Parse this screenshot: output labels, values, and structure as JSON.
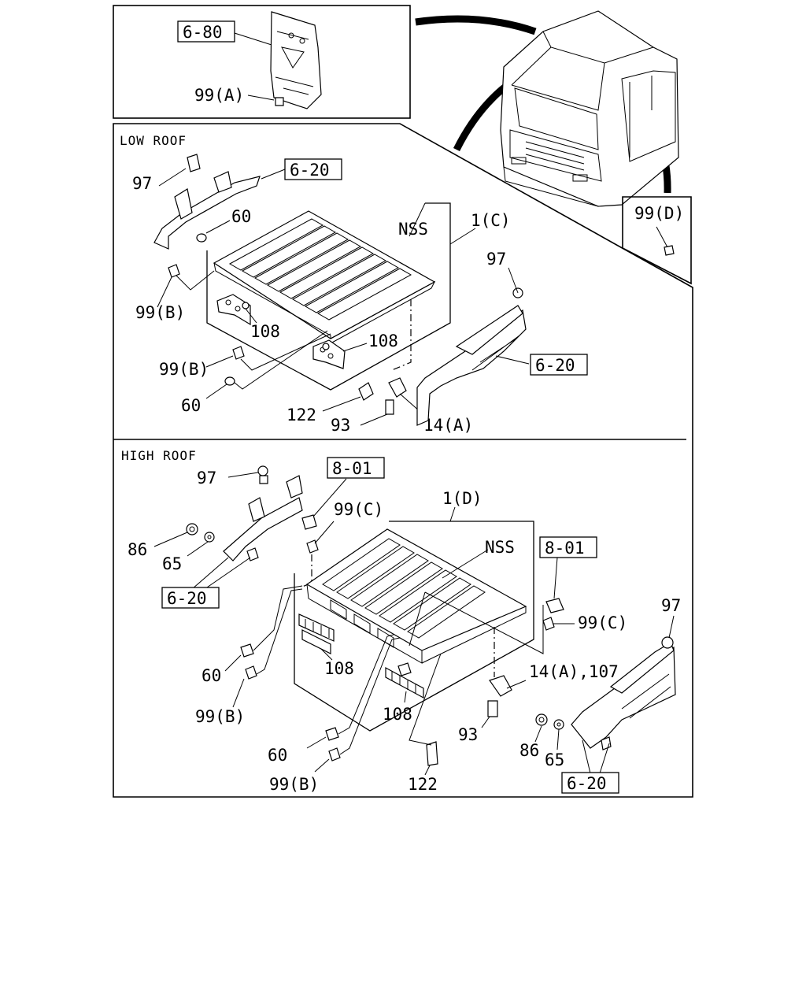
{
  "sections": {
    "low_roof": "LOW ROOF",
    "high_roof": "HIGH ROOF"
  },
  "refs": {
    "r680": "6-80",
    "r620_low_top": "6-20",
    "r620_low_right": "6-20",
    "r801_a": "8-01",
    "r801_b": "8-01",
    "r620_high_left": "6-20",
    "r620_high_bottom": "6-20"
  },
  "labels": {
    "inset_99a": "99(A)",
    "inset_99d": "99(D)",
    "low_97_left": "97",
    "low_60_top": "60",
    "low_nss": "NSS",
    "low_1c": "1(C)",
    "low_97_right": "97",
    "low_99b_top": "99(B)",
    "low_108_left": "108",
    "low_108_right": "108",
    "low_99b_bottom": "99(B)",
    "low_60_bottom": "60",
    "low_122": "122",
    "low_93": "93",
    "low_14a": "14(A)",
    "high_97_left": "97",
    "high_99c_top": "99(C)",
    "high_1d": "1(D)",
    "high_86_left": "86",
    "high_65_left": "65",
    "high_nss": "NSS",
    "high_99c_right": "99(C)",
    "high_97_right": "97",
    "high_60_top": "60",
    "high_108_left": "108",
    "high_14a_107": "14(A),107",
    "high_99b_top": "99(B)",
    "high_108_right": "108",
    "high_93": "93",
    "high_86_right": "86",
    "high_65_right": "65",
    "high_60_bottom": "60",
    "high_99b_bottom": "99(B)",
    "high_122": "122"
  }
}
